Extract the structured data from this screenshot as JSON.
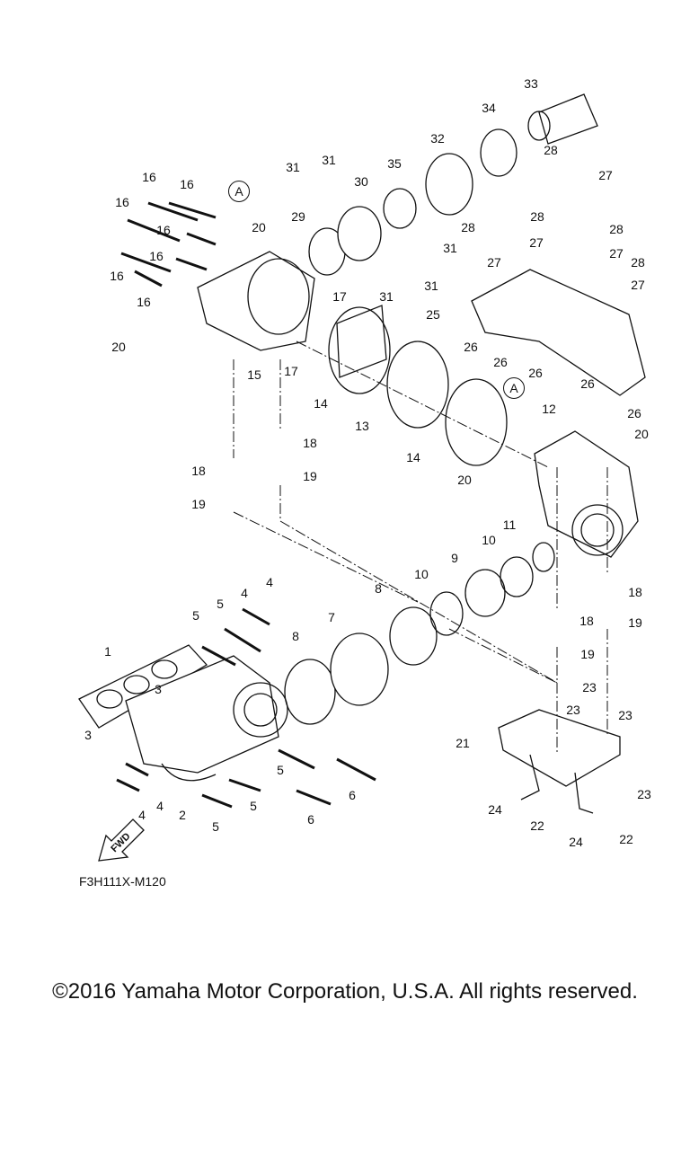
{
  "diagram": {
    "code": "F3H111X-M120",
    "fwd_label": "FWD",
    "ref_marker": "A",
    "callouts": [
      {
        "n": "1"
      },
      {
        "n": "2"
      },
      {
        "n": "3"
      },
      {
        "n": "3"
      },
      {
        "n": "4"
      },
      {
        "n": "4"
      },
      {
        "n": "4"
      },
      {
        "n": "4"
      },
      {
        "n": "5"
      },
      {
        "n": "5"
      },
      {
        "n": "5"
      },
      {
        "n": "5"
      },
      {
        "n": "5"
      },
      {
        "n": "6"
      },
      {
        "n": "6"
      },
      {
        "n": "7"
      },
      {
        "n": "8"
      },
      {
        "n": "8"
      },
      {
        "n": "9"
      },
      {
        "n": "10"
      },
      {
        "n": "10"
      },
      {
        "n": "11"
      },
      {
        "n": "12"
      },
      {
        "n": "13"
      },
      {
        "n": "14"
      },
      {
        "n": "14"
      },
      {
        "n": "15"
      },
      {
        "n": "16"
      },
      {
        "n": "16"
      },
      {
        "n": "16"
      },
      {
        "n": "16"
      },
      {
        "n": "16"
      },
      {
        "n": "16"
      },
      {
        "n": "16"
      },
      {
        "n": "17"
      },
      {
        "n": "17"
      },
      {
        "n": "18"
      },
      {
        "n": "18"
      },
      {
        "n": "18"
      },
      {
        "n": "18"
      },
      {
        "n": "19"
      },
      {
        "n": "19"
      },
      {
        "n": "19"
      },
      {
        "n": "19"
      },
      {
        "n": "20"
      },
      {
        "n": "20"
      },
      {
        "n": "20"
      },
      {
        "n": "20"
      },
      {
        "n": "21"
      },
      {
        "n": "22"
      },
      {
        "n": "22"
      },
      {
        "n": "23"
      },
      {
        "n": "23"
      },
      {
        "n": "23"
      },
      {
        "n": "23"
      },
      {
        "n": "24"
      },
      {
        "n": "24"
      },
      {
        "n": "25"
      },
      {
        "n": "26"
      },
      {
        "n": "26"
      },
      {
        "n": "26"
      },
      {
        "n": "26"
      },
      {
        "n": "26"
      },
      {
        "n": "27"
      },
      {
        "n": "27"
      },
      {
        "n": "27"
      },
      {
        "n": "27"
      },
      {
        "n": "27"
      },
      {
        "n": "28"
      },
      {
        "n": "28"
      },
      {
        "n": "28"
      },
      {
        "n": "28"
      },
      {
        "n": "28"
      },
      {
        "n": "29"
      },
      {
        "n": "30"
      },
      {
        "n": "31"
      },
      {
        "n": "31"
      },
      {
        "n": "31"
      },
      {
        "n": "31"
      },
      {
        "n": "31"
      },
      {
        "n": "32"
      },
      {
        "n": "33"
      },
      {
        "n": "34"
      },
      {
        "n": "35"
      }
    ]
  },
  "footer": {
    "copyright": "©2016 Yamaha Motor Corporation, U.S.A. All rights reserved."
  }
}
